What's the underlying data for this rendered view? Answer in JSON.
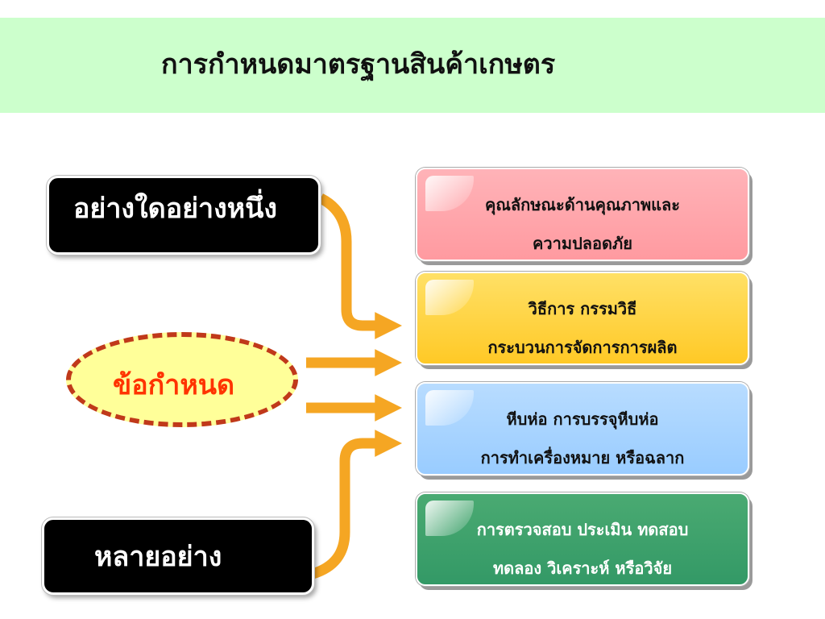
{
  "title": "การกำหนดมาตรฐานสินค้าเกษตร",
  "left_boxes": {
    "top": "อย่างใดอย่างหนึ่ง",
    "bottom": "หลายอย่าง"
  },
  "center": "ข้อกำหนด",
  "cards": [
    {
      "line1": "คุณลักษณะด้านคุณภาพและ",
      "line2": "ความปลอดภัย"
    },
    {
      "line1": "วิธีการ กรรมวิธี",
      "line2": "กระบวนการจัดการการผลิต"
    },
    {
      "line1": "หีบห่อ การบรรจุหีบห่อ",
      "line2": "การทำเครื่องหมาย หรือฉลาก"
    },
    {
      "line1": "การตรวจสอบ ประเมิน ทดสอบ",
      "line2": "ทดลอง วิเคราะห์ หรือวิจัย"
    }
  ],
  "colors": {
    "title_band": "#ccffcc",
    "arrow": "#f5a623",
    "ellipse_fill": "#ffff99",
    "ellipse_border": "#c0391a",
    "center_text": "#ff3300",
    "card_red": "#ff9aa0",
    "card_yellow": "#ffc926",
    "card_blue": "#99ccff",
    "card_green": "#339966"
  }
}
